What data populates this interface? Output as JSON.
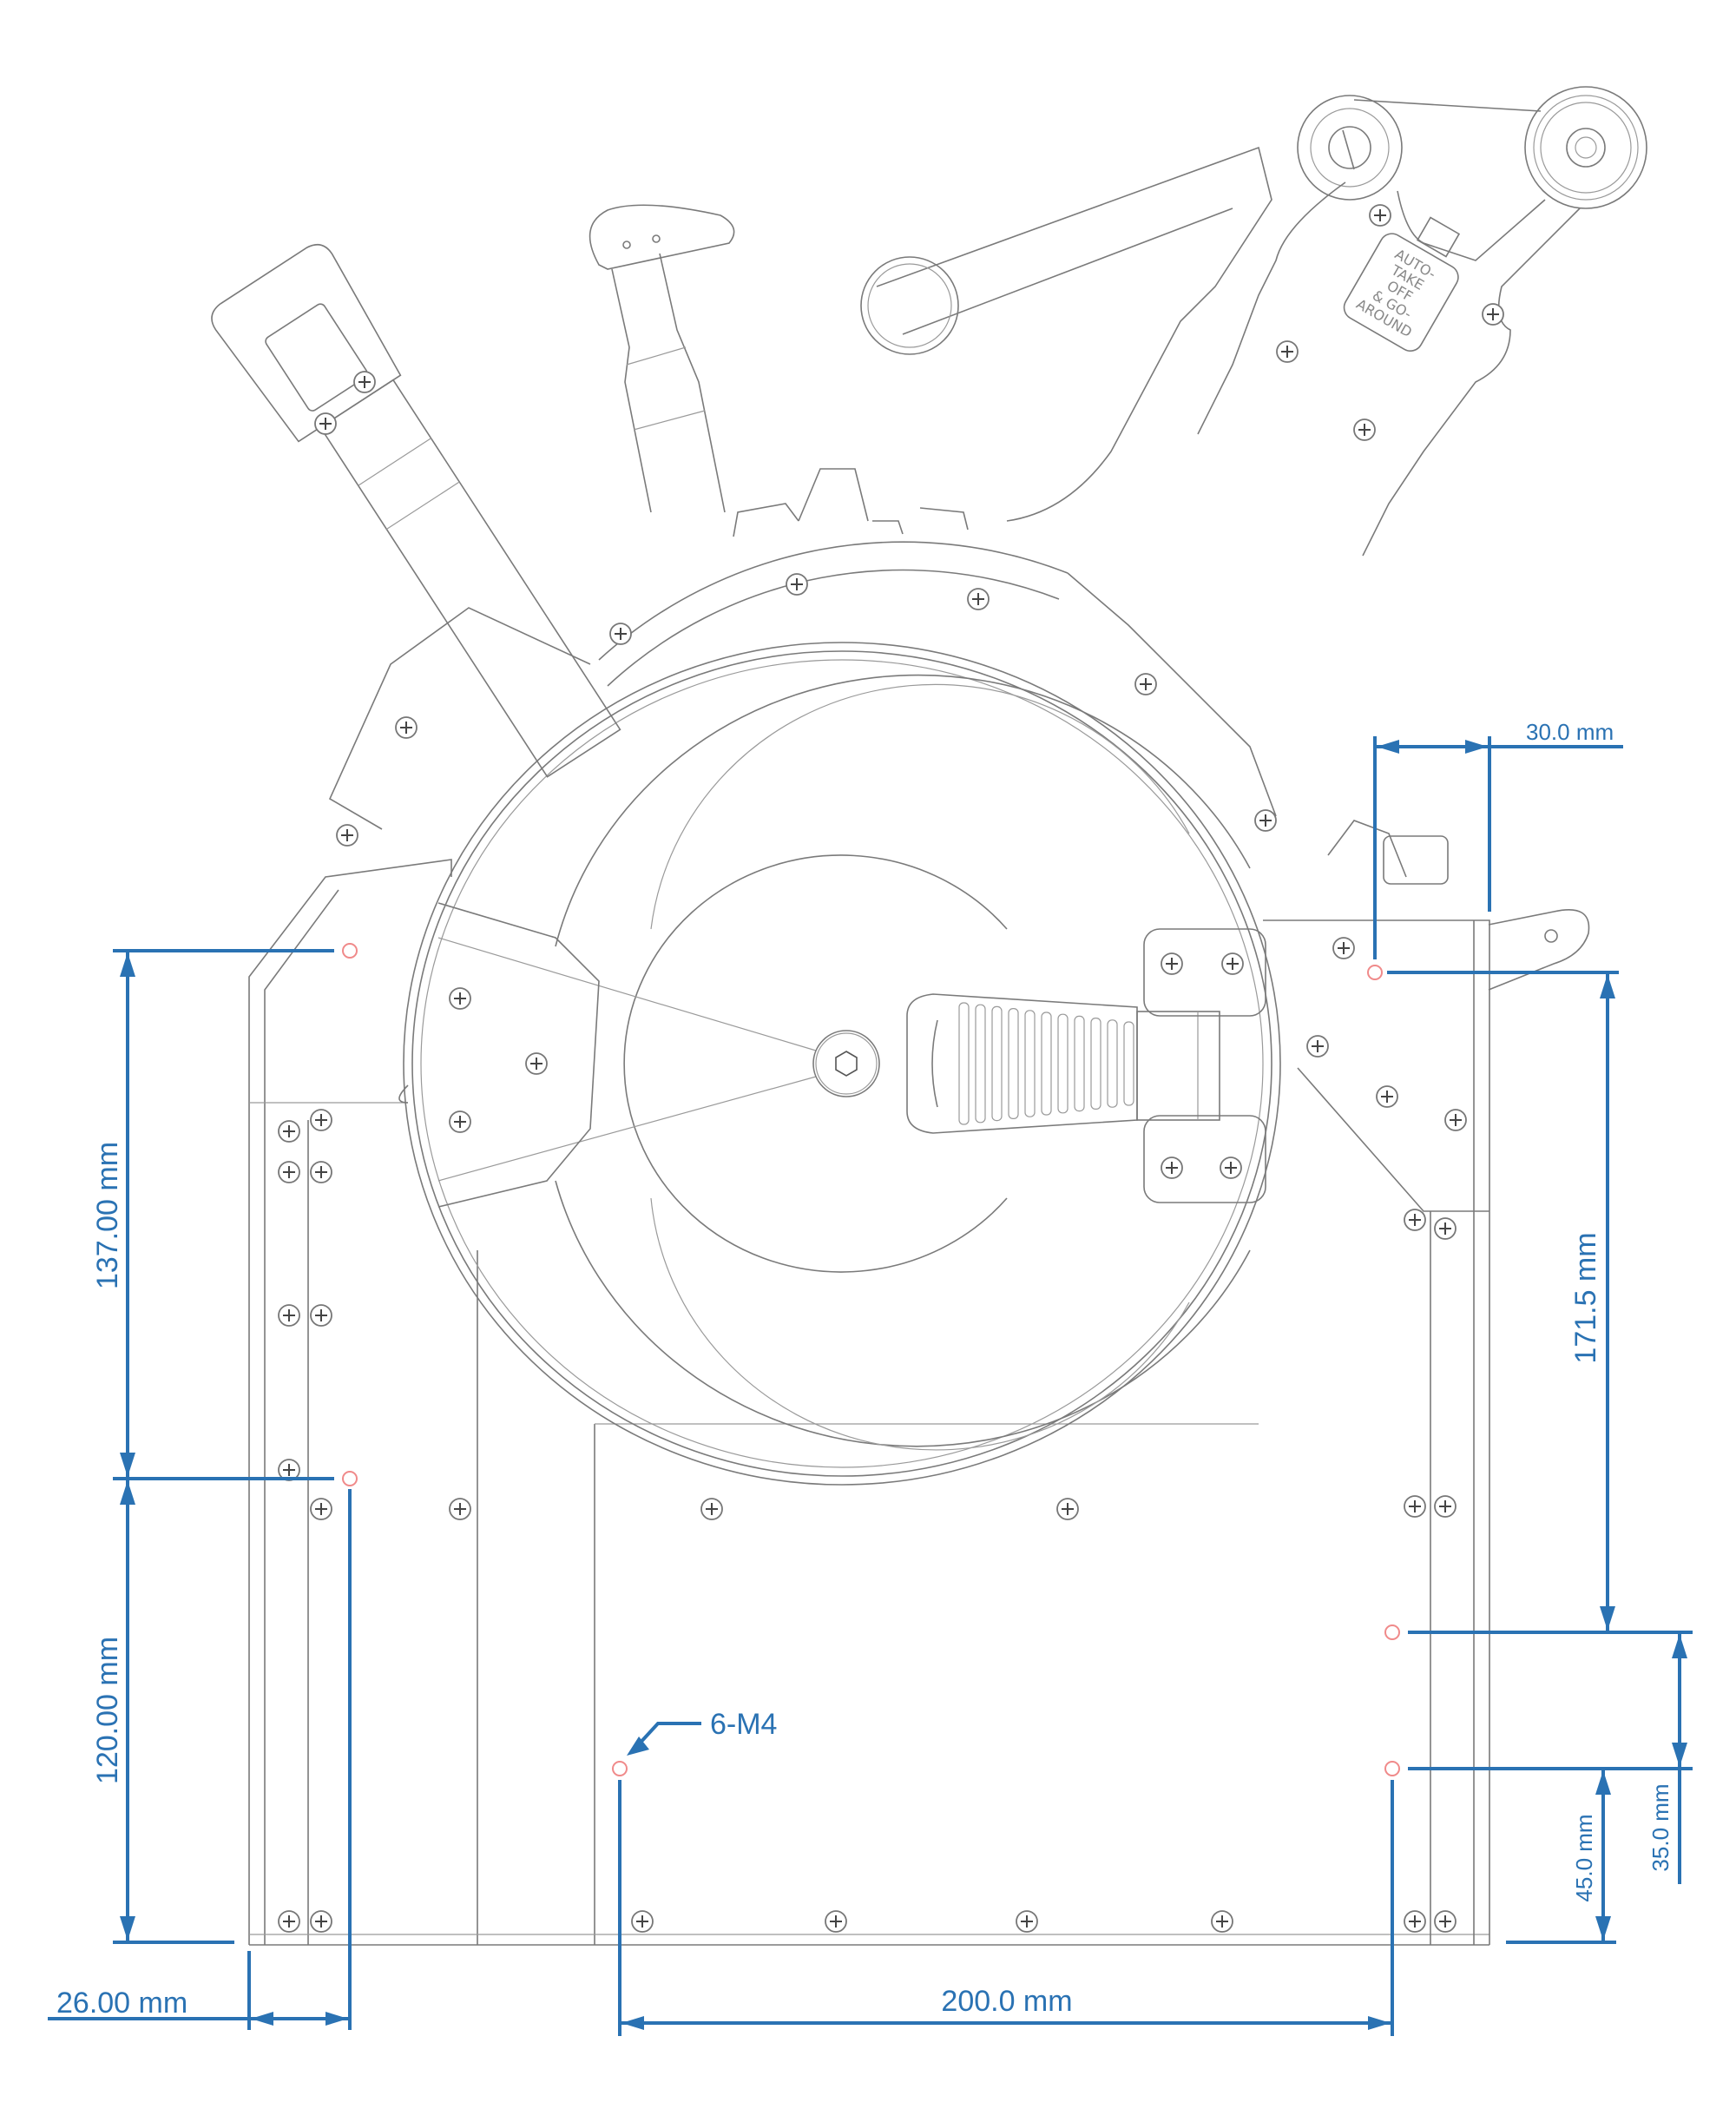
{
  "drawing": {
    "title": "Throttle quadrant mounting dimensions",
    "units": "mm",
    "line_color": "#7a7a7a",
    "dimension_color": "#2a72b3",
    "hole_color": "#f08a8a"
  },
  "plate_label": {
    "lines": [
      "AUTO-",
      "TAKE",
      "OFF",
      "& GO-",
      "AROUND"
    ]
  },
  "dimensions": {
    "left_upper_vertical": "137.00 mm",
    "left_lower_vertical": "120.00 mm",
    "bottom_left_horizontal": "26.00 mm",
    "bottom_horizontal": "200.0 mm",
    "top_right_horizontal": "30.0 mm",
    "right_upper_vertical": "171.5 mm",
    "right_middle_vertical": "35.0 mm",
    "right_lower_vertical": "45.0 mm"
  },
  "callouts": {
    "holes": "6-M4"
  }
}
